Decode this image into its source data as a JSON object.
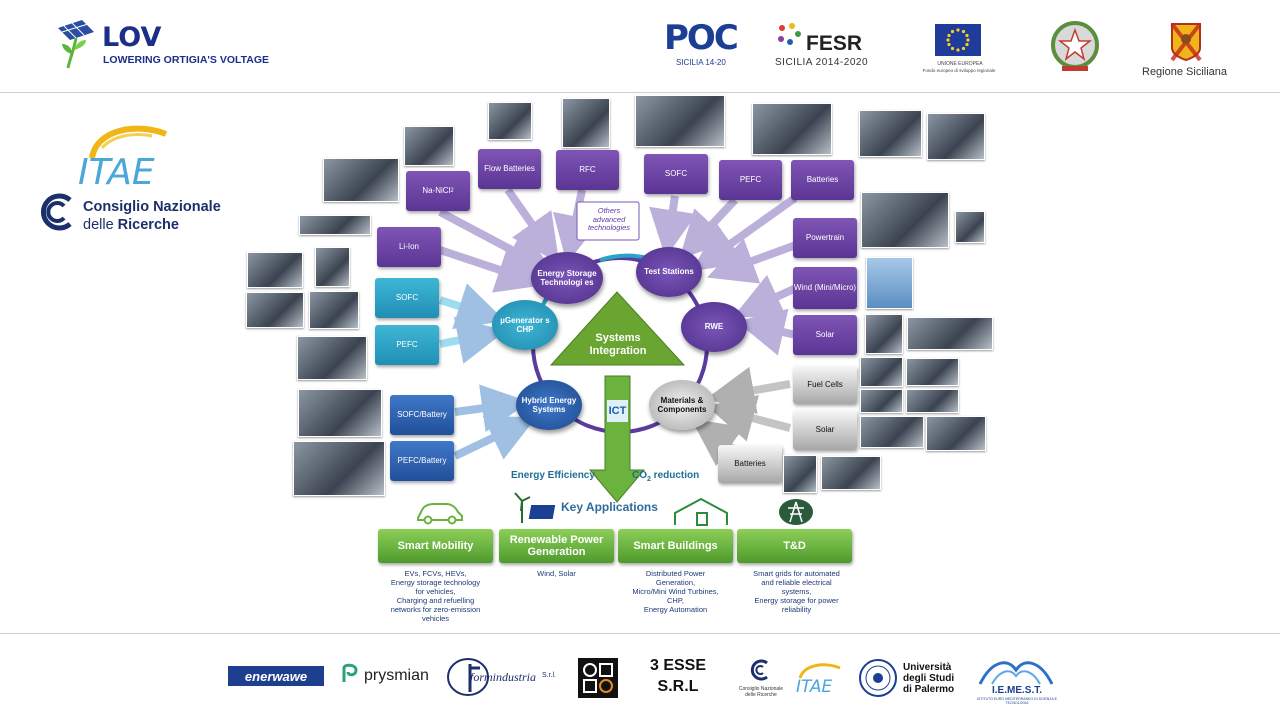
{
  "header": {
    "lov_title": "LOV",
    "lov_subtitle": "LOWERING ORTIGIA'S VOLTAGE",
    "poc_label": "POC",
    "poc_sub": "SICILIA 14-20",
    "fesr_label": "FESR",
    "fesr_sub": "SICILIA 2014-2020",
    "eu_line1": "UNIONE EUROPEA",
    "eu_line2": "Fondo europeo di sviluppo regionale",
    "regione": "Regione Siciliana"
  },
  "left_logo": {
    "itae": "ITAE",
    "cnr_line1": "Consiglio Nazionale",
    "cnr_line2_a": "delle ",
    "cnr_line2_b": "Ricerche"
  },
  "diagram": {
    "center": {
      "line1": "Systems",
      "line2": "Integration"
    },
    "nodes": {
      "storage": "Energy Storage Technologi es",
      "test": "Test Stations",
      "rwe": "RWE",
      "materials": "Materials & Components",
      "hybrid": "Hybrid Energy Systems",
      "microgen": "µGenerator s CHP"
    },
    "others_line1": "Others",
    "others_line2": "advanced",
    "others_line3": "technologies",
    "ict": "ICT",
    "boxes": {
      "nanicl": "Na-NiCl",
      "nanicl_sub": "2",
      "flow": "Flow Batteries",
      "rfc": "RFC",
      "sofc_top": "SOFC",
      "pefc_top": "PEFC",
      "batteries_top": "Batteries",
      "powertrain": "Powertrain",
      "wind": "Wind (Mini/Micro)",
      "solar_rwe": "Solar",
      "liion": "Li-Ion",
      "sofc_left": "SOFC",
      "pefc_left": "PEFC",
      "sofc_battery": "SOFC/Battery",
      "pefc_battery": "PEFC/Battery",
      "fuel_cells": "Fuel Cells",
      "solar_mat": "Solar",
      "batteries_mat": "Batteries"
    },
    "energy_efficiency": "Energy Efficiency",
    "co2_prefix": "CO",
    "co2_sub": "2",
    "co2_suffix": " reduction",
    "key_applications": "Key Applications"
  },
  "applications": [
    {
      "title": "Smart Mobility",
      "desc": "EVs, FCVs, HEVs,\nEnergy storage technology\nfor vehicles,\nCharging and refuelling\nnetworks for zero-emission\nvehicles"
    },
    {
      "title": "Renewable Power Generation",
      "desc": "Wind, Solar"
    },
    {
      "title": "Smart Buildings",
      "desc": "Distributed Power\nGeneration,\nMicro/Mini Wind Turbines,\nCHP,\nEnergy Automation"
    },
    {
      "title": "T&D",
      "desc": "Smart grids for automated\nand reliable electrical\nsystems,\nEnergy storage for power\nreliability"
    }
  ],
  "footer": {
    "enerwawe": "enerwawe",
    "prysmian": "prysmian",
    "formindustria": "formindustria",
    "formindustria_suffix": "S.r.l.",
    "tre_esse_1": "3 ESSE",
    "tre_esse_2": "S.R.L",
    "cnr_small_1": "Consiglio Nazionale",
    "cnr_small_2": "delle Ricerche",
    "itae_small": "ITAE",
    "unipa_1": "Università",
    "unipa_2": "degli Studi",
    "unipa_3": "di Palermo",
    "iemest": "I.E.ME.S.T.",
    "iemest_sub": "ISTITUTO EURO MEDITERRANEO DI SCIENZA E TECNOLOGIA"
  },
  "colors": {
    "purple": "#6a45a6",
    "teal": "#2aa3c8",
    "blue": "#2f62b1",
    "green": "#6cb23f",
    "navy": "#1b2f6b"
  }
}
